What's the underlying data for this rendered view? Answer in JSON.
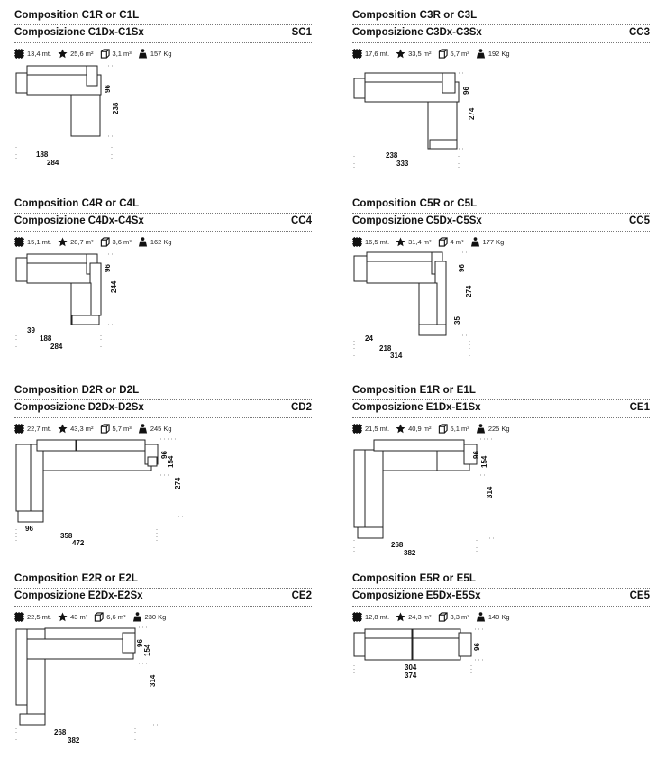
{
  "icons": {
    "fabric": "fabric-meters-icon",
    "area": "area-icon",
    "volume": "volume-box-icon",
    "weight": "weight-icon"
  },
  "cards": [
    {
      "title_en": "Composition C1R or C1L",
      "title_it": "Composizione C1Dx-C1Sx",
      "code": "SC1",
      "fabric": "13,4 mt.",
      "area": "25,6 m²",
      "volume": "3,1 m³",
      "weight": "157 Kg",
      "dims": [
        "96",
        "238",
        "188",
        "284"
      ]
    },
    {
      "title_en": "Composition C3R or C3L",
      "title_it": "Composizione C3Dx-C3Sx",
      "code": "CC3",
      "fabric": "17,6 mt.",
      "area": "33,5 m²",
      "volume": "5,7 m³",
      "weight": "192 Kg",
      "dims": [
        "96",
        "274",
        "238",
        "333"
      ]
    },
    {
      "title_en": "Composition C4R or C4L",
      "title_it": "Composizione C4Dx-C4Sx",
      "code": "CC4",
      "fabric": "15,1 mt.",
      "area": "28,7 m²",
      "volume": "3,6 m³",
      "weight": "162 Kg",
      "dims": [
        "96",
        "244",
        "39",
        "188",
        "284"
      ]
    },
    {
      "title_en": "Composition C5R or C5L",
      "title_it": "Composizione C5Dx-C5Sx",
      "code": "CC5",
      "fabric": "16,5 mt.",
      "area": "31,4 m²",
      "volume": "4 m³",
      "weight": "177 Kg",
      "dims": [
        "96",
        "274",
        "35",
        "24",
        "218",
        "314"
      ]
    },
    {
      "title_en": "Composition D2R or D2L",
      "title_it": "Composizione D2Dx-D2Sx",
      "code": "CD2",
      "fabric": "22,7 mt.",
      "area": "43,3 m²",
      "volume": "5,7 m³",
      "weight": "245 Kg",
      "dims": [
        "96",
        "154",
        "274",
        "96",
        "358",
        "472"
      ]
    },
    {
      "title_en": "Composition E1R or E1L",
      "title_it": "Composizione E1Dx-E1Sx",
      "code": "CE1",
      "fabric": "21,5 mt.",
      "area": "40,9 m²",
      "volume": "5,1 m³",
      "weight": "225 Kg",
      "dims": [
        "96",
        "154",
        "314",
        "268",
        "382"
      ]
    },
    {
      "title_en": "Composition E2R or E2L",
      "title_it": "Composizione E2Dx-E2Sx",
      "code": "CE2",
      "fabric": "22,5 mt.",
      "area": "43 m²",
      "volume": "6,6 m³",
      "weight": "230 Kg",
      "dims": [
        "96",
        "154",
        "314",
        "268",
        "382"
      ]
    },
    {
      "title_en": "Composition E5R or E5L",
      "title_it": "Composizione E5Dx-E5Sx",
      "code": "CE5",
      "fabric": "12,8 mt.",
      "area": "24,3 m²",
      "volume": "3,3 m³",
      "weight": "140 Kg",
      "dims": [
        "96",
        "304",
        "374"
      ]
    }
  ]
}
